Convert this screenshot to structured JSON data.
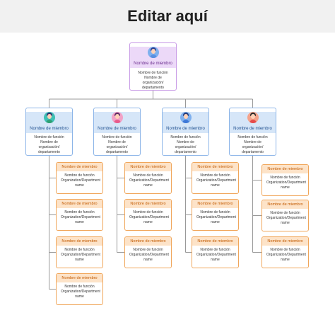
{
  "title": "Editar aquí",
  "root": {
    "name": "Nombre de miembro",
    "role": "Nombre de función",
    "dept": "Nombre de organización/ departamento"
  },
  "managers": [
    {
      "name": "Nombre de miembro",
      "role": "Nombre de función",
      "dept": "Nombre de organización/ departamento"
    },
    {
      "name": "Nombre de miembro",
      "role": "Nombre de función",
      "dept": "Nombre de organización/ departamento"
    },
    {
      "name": "Nombre de miembro",
      "role": "Nombre de función",
      "dept": "Nombre de organización/ departamento"
    },
    {
      "name": "Nombre de miembro",
      "role": "Nombre de función",
      "dept": "Nombre de organización/ departamento"
    }
  ],
  "employee": {
    "name": "Nombre de miembro",
    "role": "Nombre de función",
    "dept": "Organization/Department name"
  },
  "columns": [
    {
      "employee_count": 4
    },
    {
      "employee_count": 3
    },
    {
      "employee_count": 3
    },
    {
      "employee_count": 3
    }
  ],
  "colors": {
    "root_border": "#c89be6",
    "root_header": "#ecd9f8",
    "manager_border": "#8cb5e8",
    "manager_header": "#d6e6f8",
    "employee_border": "#f0a65a",
    "employee_header": "#fde3c8",
    "connector": "#999999"
  },
  "avatars": [
    {
      "icon": "person-avatar-icon",
      "bg": "#7fb0ee",
      "hair": "#2c3e8f",
      "body": "#5a8fe0"
    },
    {
      "icon": "person-avatar-icon",
      "bg": "#3fc0b4",
      "hair": "#2b2b6f",
      "body": "#2f9f73"
    },
    {
      "icon": "person-avatar-icon",
      "bg": "#f2a2c6",
      "hair": "#5a2a66",
      "body": "#e85b8c"
    },
    {
      "icon": "person-avatar-icon",
      "bg": "#7fb0ee",
      "hair": "#233a7a",
      "body": "#3e78d8"
    },
    {
      "icon": "person-avatar-icon",
      "bg": "#f4a28a",
      "hair": "#2a2a2a",
      "body": "#e64b4b"
    }
  ]
}
